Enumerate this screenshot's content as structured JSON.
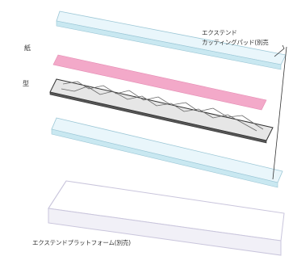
{
  "labels": {
    "cutting_pad_line1": "エクステンド",
    "cutting_pad_line2": "カッティングパッド(別売",
    "paper": "紙",
    "die": "型",
    "platform": "エクステンドプラットフォーム(別売)"
  },
  "colors": {
    "pad_top": "#e9f6fb",
    "pad_edge": "#b9dde8",
    "paper": "#f3a9c9",
    "die_plate": "#dadada",
    "platform": "#ffffff",
    "platform_edge": "#d6d3e6",
    "leader_line": "#333333"
  }
}
